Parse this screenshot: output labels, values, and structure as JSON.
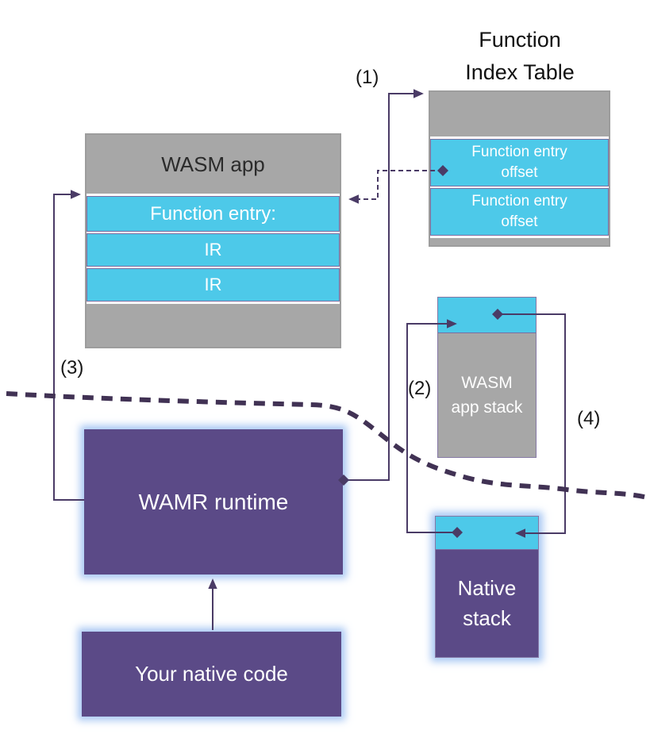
{
  "function_index_table": {
    "title_line1": "Function",
    "title_line2": "Index Table",
    "rows": [
      "Function entry offset",
      "Function entry offset"
    ]
  },
  "wasm_app": {
    "title": "WASM app",
    "rows": [
      "Function entry:",
      "IR",
      "IR"
    ]
  },
  "wamr_runtime": {
    "label": "WAMR runtime"
  },
  "native_code": {
    "label": "Your native code"
  },
  "wasm_app_stack": {
    "line1": "WASM",
    "line2": "app stack"
  },
  "native_stack": {
    "line1": "Native",
    "line2": "stack"
  },
  "steps": {
    "step1": "(1)",
    "step2": "(2)",
    "step3": "(3)",
    "step4": "(4)"
  },
  "colors": {
    "gray": "#a7a7a7",
    "cyan": "#4dc9e9",
    "purple": "#5b4a87",
    "connector": "#4a3b66",
    "boundary": "#413254"
  }
}
